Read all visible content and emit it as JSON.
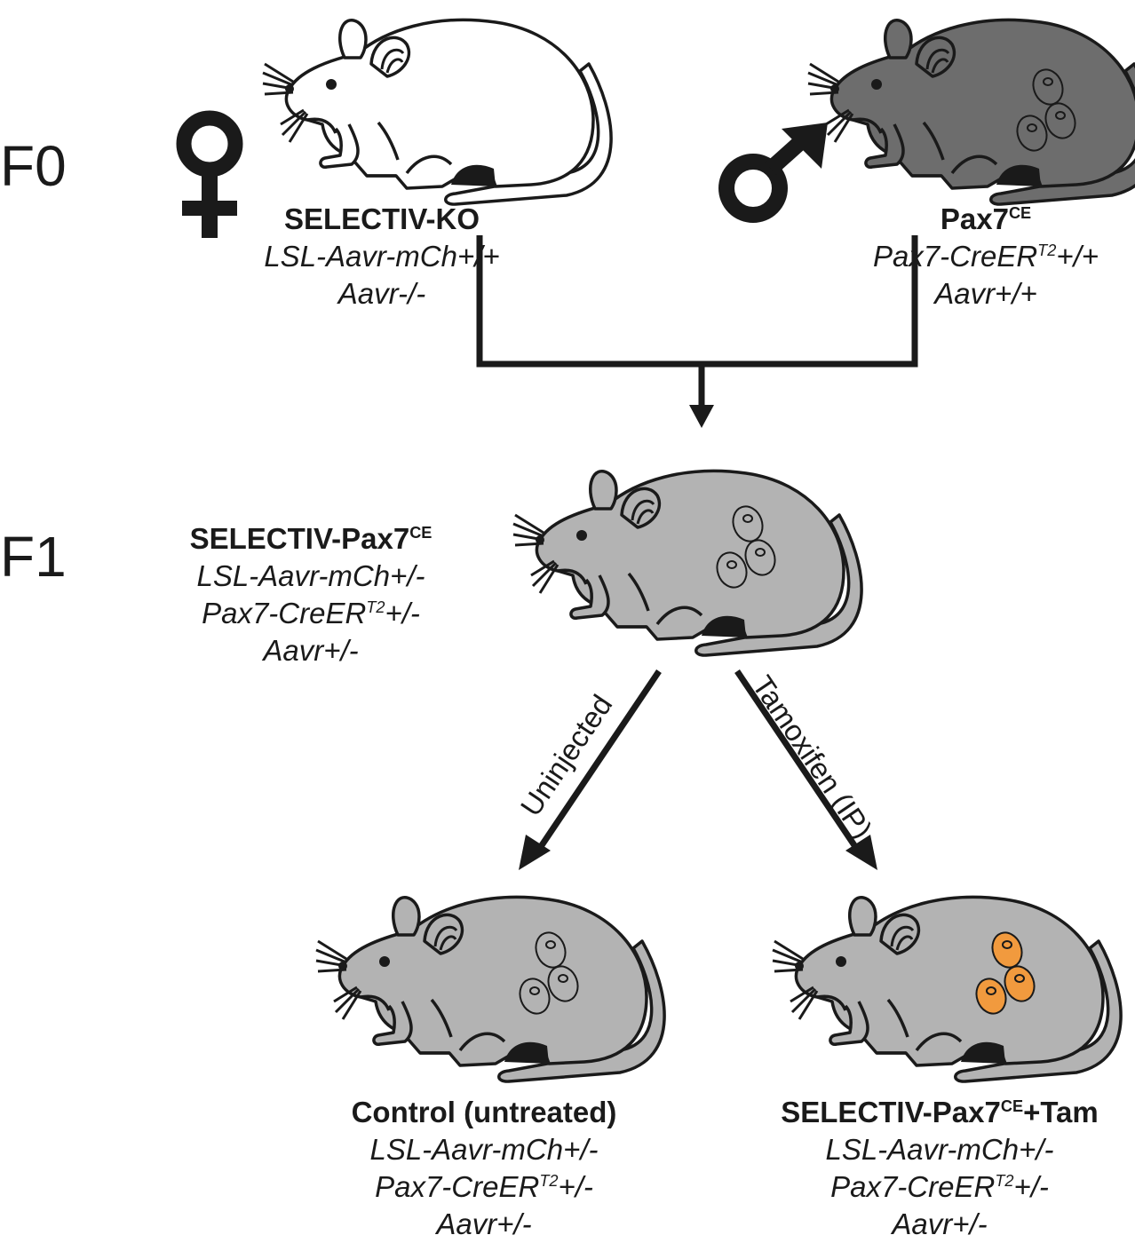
{
  "generations": {
    "f0": "F0",
    "f1": "F1"
  },
  "colors": {
    "white_mouse": "#ffffff",
    "dark_mouse": "#6d6d6d",
    "gray_mouse": "#b3b3b3",
    "orange_cells": "#f19a3e",
    "stroke": "#1a1a1a"
  },
  "icons": {
    "female": "female-symbol-icon",
    "male": "male-symbol-icon"
  },
  "nodes": {
    "female_parent": {
      "name": "SELECTIV-KO",
      "geno1": "LSL-Aavr-mCh+/+",
      "geno2": "Aavr-/-"
    },
    "male_parent": {
      "name_main": "Pax7",
      "name_sup": "CE",
      "geno1_main": "Pax7-CreER",
      "geno1_sup": "T2",
      "geno1_tail": "+/+",
      "geno2": "Aavr+/+"
    },
    "f1_offspring": {
      "name_main": "SELECTIV-Pax7",
      "name_sup": "CE",
      "geno1": "LSL-Aavr-mCh+/-",
      "geno2_main": "Pax7-CreER",
      "geno2_sup": "T2",
      "geno2_tail": "+/-",
      "geno3": "Aavr+/-"
    },
    "control": {
      "name": "Control (untreated)",
      "geno1": "LSL-Aavr-mCh+/-",
      "geno2_main": "Pax7-CreER",
      "geno2_sup": "T2",
      "geno2_tail": "+/-",
      "geno3": "Aavr+/-"
    },
    "treated": {
      "name_main": "SELECTIV-Pax7",
      "name_sup": "CE",
      "name_tail": "+Tam",
      "geno1": "LSL-Aavr-mCh+/-",
      "geno2_main": "Pax7-CreER",
      "geno2_sup": "T2",
      "geno2_tail": "+/-",
      "geno3": "Aavr+/-"
    }
  },
  "edges": {
    "uninjected": "Uninjected",
    "tamoxifen": "Tamoxifen (IP)"
  }
}
